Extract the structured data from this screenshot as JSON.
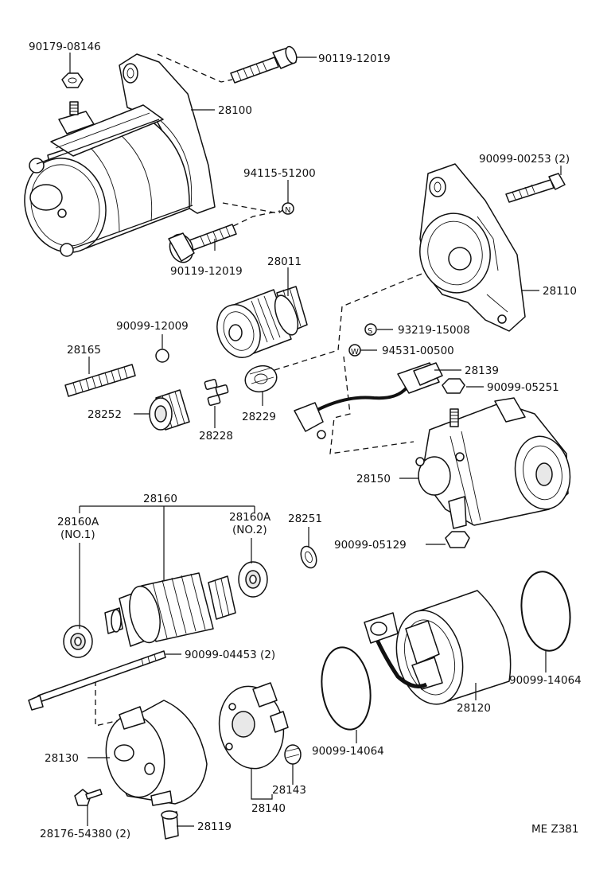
{
  "labels": {
    "p90179_08146": "90179-08146",
    "p90119_12019_top": "90119-12019",
    "p28100": "28100",
    "p94115_51200": "94115-51200",
    "p90119_12019_mid": "90119-12019",
    "p90099_00253": "90099-00253 (2)",
    "p28110": "28110",
    "p28011": "28011",
    "p90099_12009": "90099-12009",
    "p93219_15008": "93219-15008",
    "p94531_00500": "94531-00500",
    "p28165": "28165",
    "p28139": "28139",
    "p90099_05251": "90099-05251",
    "p28252": "28252",
    "p28229": "28229",
    "p28228": "28228",
    "p28150": "28150",
    "p28160": "28160",
    "p28160A_1": "28160A",
    "p28160A_1_sub": "(NO.1)",
    "p28160A_2": "28160A",
    "p28160A_2_sub": "(NO.2)",
    "p28251": "28251",
    "p90099_05129": "90099-05129",
    "p90099_04453": "90099-04453 (2)",
    "p90099_14064_r": "90099-14064",
    "p28120": "28120",
    "p28130": "28130",
    "p90099_14064_l": "90099-14064",
    "p28143": "28143",
    "p28140": "28140",
    "p28176_54380": "28176-54380 (2)",
    "p28119": "28119",
    "ref_code": "ME Z381"
  },
  "markers": {
    "n_marker": "N",
    "s_marker": "S",
    "w_marker": "W"
  }
}
